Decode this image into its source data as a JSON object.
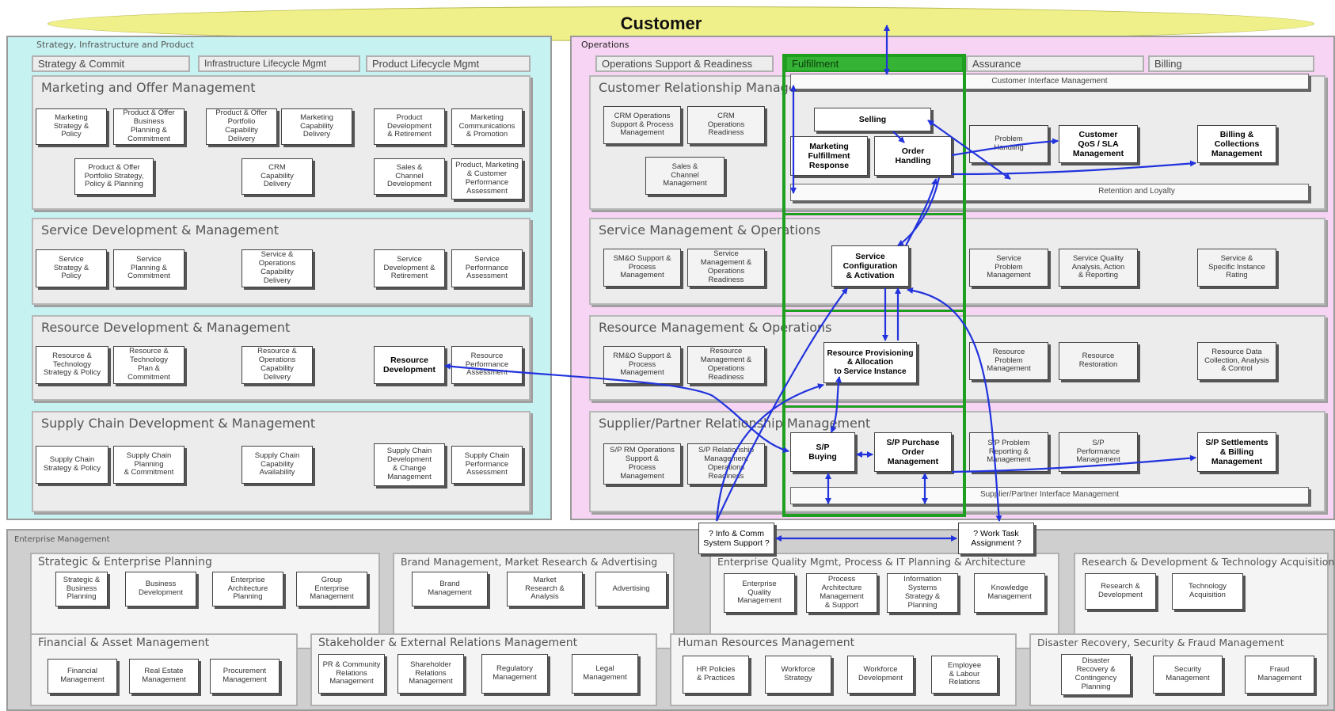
{
  "customer": {
    "label": "Customer",
    "fill": "#f0f08a"
  },
  "colors": {
    "sip_bg": "#c6f2f2",
    "ops_bg": "#f7d4f3",
    "fulfillment_green": "#1f9f1f",
    "arrow_blue": "#2233dd",
    "em_bg": "#cfcfcf"
  },
  "sip": {
    "title": "Strategy, Infrastructure and Product",
    "headers": [
      "Strategy & Commit",
      "Infrastructure Lifecycle Mgmt",
      "Product Lifecycle Mgmt"
    ],
    "rows": [
      {
        "title": "Marketing and Offer Management",
        "boxes": [
          "Marketing\nStrategy &\nPolicy",
          "Product & Offer\nBusiness\nPlanning &\nCommitment",
          "Product & Offer\nPortfolio\nCapability\nDelivery",
          "Marketing\nCapability\nDelivery",
          "Product\nDevelopment\n& Retirement",
          "Marketing\nCommunications\n& Promotion",
          "Product & Offer\nPortfolio Strategy,\nPolicy & Planning",
          "CRM\nCapability\nDelivery",
          "Sales &\nChannel\nDevelopment",
          "Product, Marketing\n& Customer\nPerformance\nAssessment"
        ]
      },
      {
        "title": "Service Development & Management",
        "boxes": [
          "Service\nStrategy &\nPolicy",
          "Service\nPlanning &\nCommitment",
          "Service &\nOperations\nCapability\nDelivery",
          "Service\nDevelopment &\nRetirement",
          "Service\nPerformance\nAssessment"
        ]
      },
      {
        "title": "Resource Development & Management",
        "boxes": [
          "Resource &\nTechnology\nStrategy & Policy",
          "Resource &\nTechnology\nPlan &\nCommitment",
          "Resource &\nOperations\nCapability\nDelivery",
          "Resource\nDevelopment",
          "Resource\nPerformance\nAssessment"
        ]
      },
      {
        "title": "Supply Chain Development & Management",
        "boxes": [
          "Supply Chain\nStrategy & Policy",
          "Supply Chain\nPlanning\n& Commitment",
          "Supply Chain\nCapability\nAvailability",
          "Supply Chain\nDevelopment\n& Change\nManagement",
          "Supply Chain\nPerformance\nAssessment"
        ]
      }
    ]
  },
  "ops": {
    "title": "Operations",
    "headers": [
      "Operations Support & Readiness",
      "Fulfillment",
      "Assurance",
      "Billing"
    ],
    "rows": [
      {
        "title": "Customer Relationship Management",
        "bars": [
          "Customer Interface Management",
          "Retention and Loyalty"
        ],
        "boxes": [
          "CRM Operations\nSupport & Process\nManagement",
          "CRM\nOperations\nReadiness",
          "Sales &\nChannel\nManagement",
          "Selling",
          "Marketing\nFulfillment\nResponse",
          "Order\nHandling",
          "Problem\nHandling",
          "Customer\nQoS / SLA\nManagement",
          "Billing &\nCollections\nManagement"
        ]
      },
      {
        "title": "Service Management & Operations",
        "boxes": [
          "SM&O Support &\nProcess\nManagement",
          "Service\nManagement &\nOperations\nReadiness",
          "Service\nConfiguration\n& Activation",
          "Service\nProblem\nManagement",
          "Service Quality\nAnalysis, Action\n& Reporting",
          "Service &\nSpecific Instance\nRating"
        ]
      },
      {
        "title": "Resource Management & Operations",
        "boxes": [
          "RM&O Support &\nProcess\nManagement",
          "Resource\nManagement &\nOperations\nReadiness",
          "Resource Provisioning\n& Allocation\nto Service Instance",
          "Resource\nProblem\nManagement",
          "Resource\nRestoration",
          "Resource Data\nCollection, Analysis\n& Control"
        ]
      },
      {
        "title": "Supplier/Partner Relationship Management",
        "bars": [
          "Supplier/Partner Interface Management"
        ],
        "boxes": [
          "S/P RM Operations\nSupport &\nProcess\nManagement",
          "S/P Relationship\nManagement\nOperations\nReadiness",
          "S/P\nBuying",
          "S/P Purchase\nOrder\nManagement",
          "S/P Problem\nReporting &\nManagement",
          "S/P\nPerformance\nManagement",
          "S/P Settlements\n& Billing\nManagement"
        ]
      }
    ]
  },
  "em": {
    "title": "Enterprise Management",
    "sections": [
      {
        "title": "Strategic & Enterprise Planning",
        "boxes": [
          "Strategic &\nBusiness\nPlanning",
          "Business\nDevelopment",
          "Enterprise\nArchitecture\nPlanning",
          "Group\nEnterprise\nManagement"
        ]
      },
      {
        "title": "Brand Management, Market Research & Advertising",
        "boxes": [
          "Brand\nManagement",
          "Market\nResearch &\nAnalysis",
          "Advertising"
        ]
      },
      {
        "title": "Enterprise Quality Mgmt, Process & IT Planning & Architecture",
        "boxes": [
          "Enterprise\nQuality\nManagement",
          "Process\nArchitecture\nManagement\n& Support",
          "Information\nSystems\nStrategy &\nPlanning",
          "Knowledge\nManagement"
        ]
      },
      {
        "title": "Research & Development & Technology Acquisition",
        "boxes": [
          "Research &\nDevelopment",
          "Technology\nAcquisition"
        ]
      },
      {
        "title": "Financial & Asset Management",
        "boxes": [
          "Financial\nManagement",
          "Real Estate\nManagement",
          "Procurement\nManagement"
        ]
      },
      {
        "title": "Stakeholder & External Relations Management",
        "boxes": [
          "PR & Community\nRelations\nManagement",
          "Shareholder\nRelations\nManagement",
          "Regulatory\nManagement",
          "Legal\nManagement"
        ]
      },
      {
        "title": "Human Resources Management",
        "boxes": [
          "HR Policies\n& Practices",
          "Workforce\nStrategy",
          "Workforce\nDevelopment",
          "Employee\n& Labour\nRelations"
        ]
      },
      {
        "title": "Disaster Recovery, Security & Fraud Management",
        "boxes": [
          "Disaster\nRecovery &\nContingency\nPlanning",
          "Security\nManagement",
          "Fraud\nManagement"
        ]
      }
    ]
  },
  "callouts": [
    "? Info & Comm\nSystem Support ?",
    "? Work Task\nAssignment ?"
  ]
}
